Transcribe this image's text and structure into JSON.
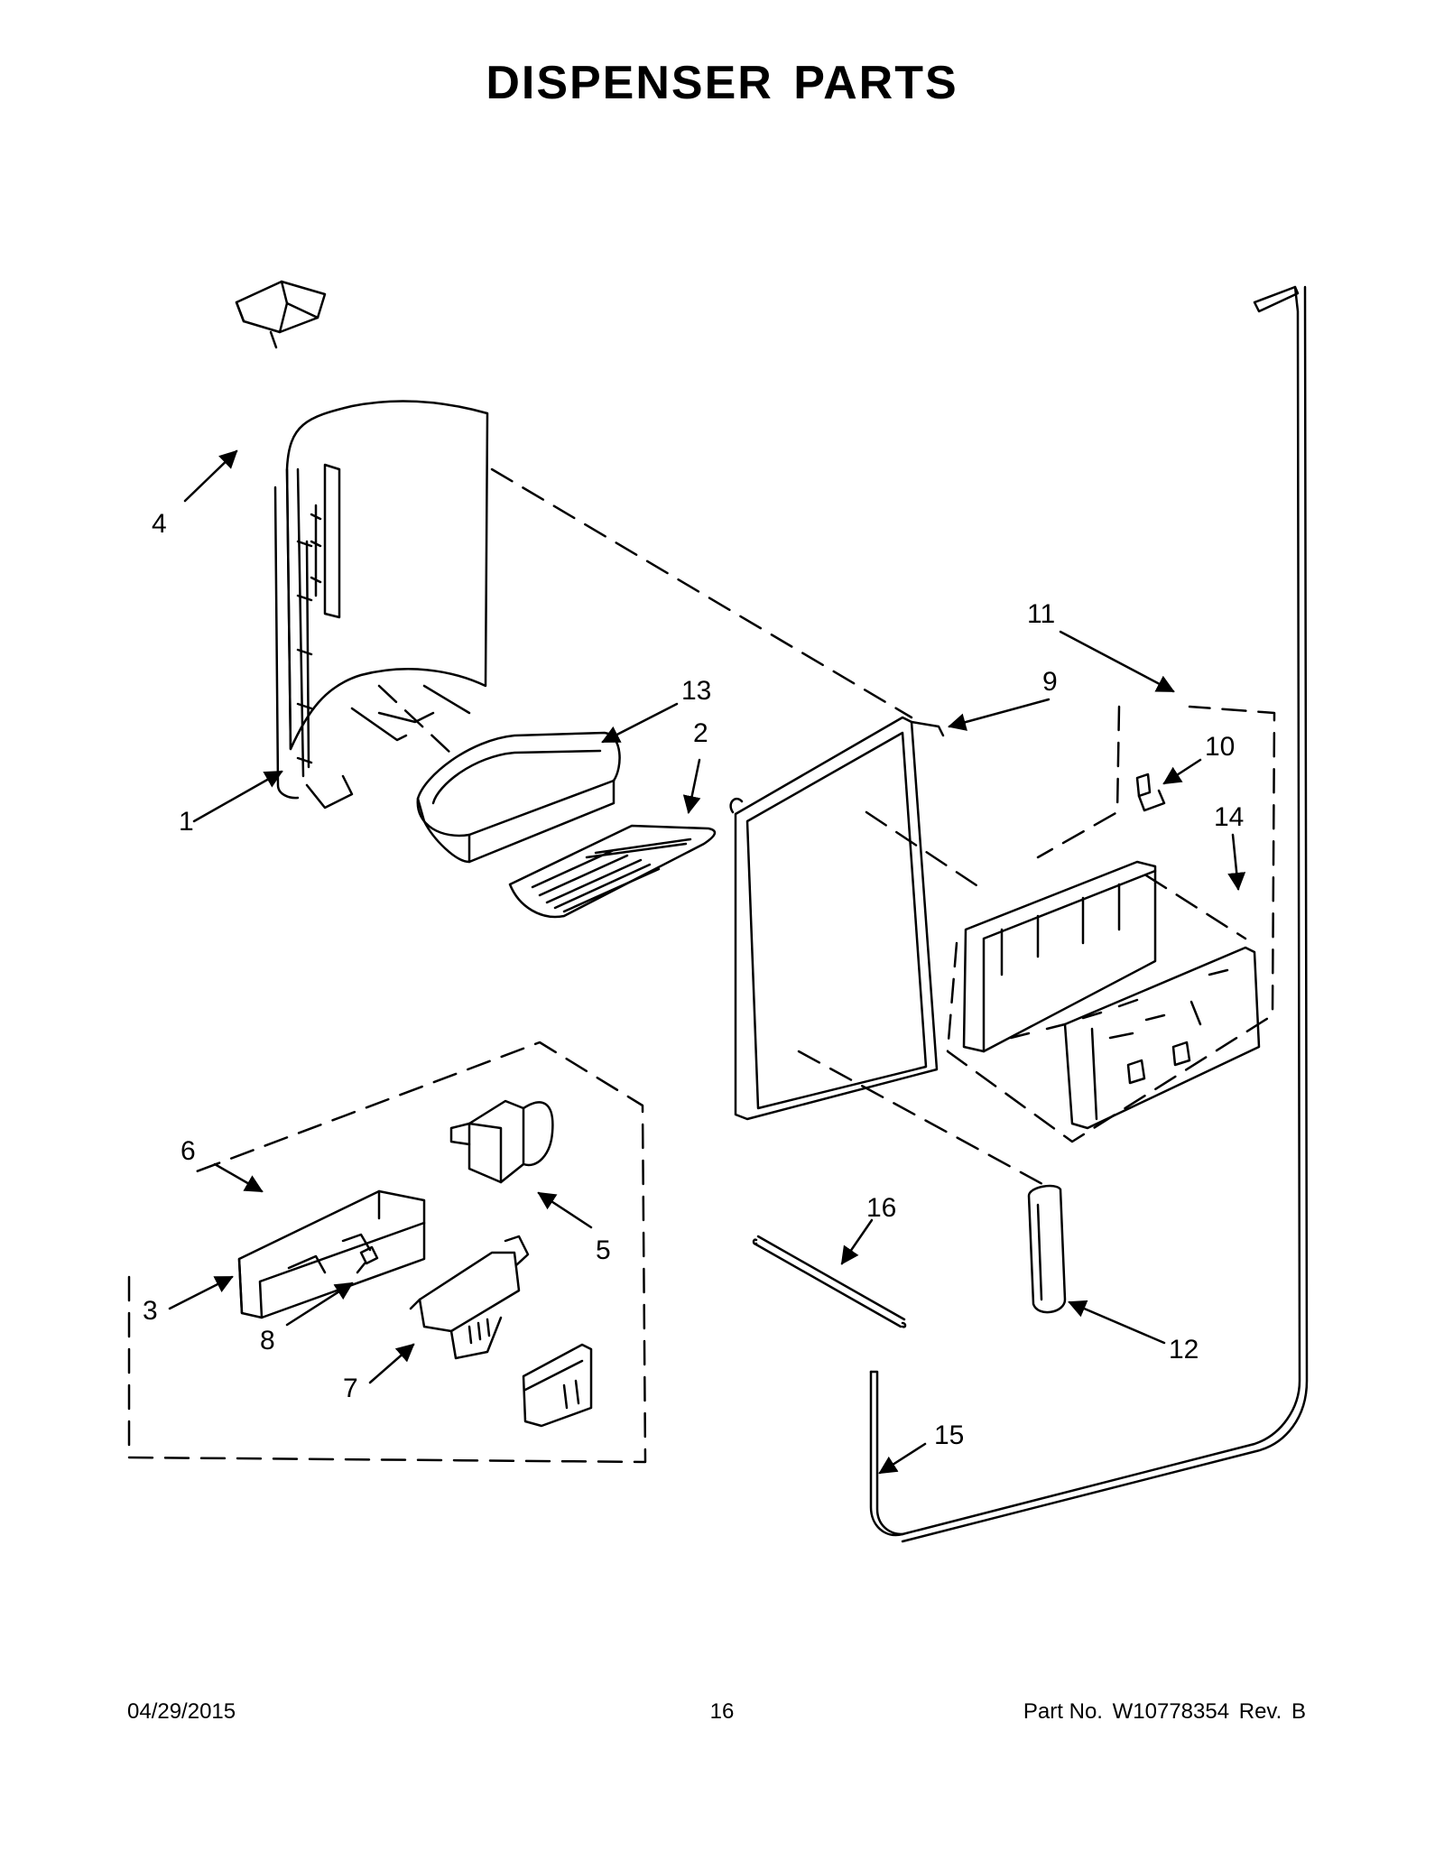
{
  "title": "DISPENSER PARTS",
  "callouts": [
    "1",
    "2",
    "3",
    "4",
    "5",
    "6",
    "7",
    "8",
    "9",
    "10",
    "11",
    "12",
    "13",
    "14",
    "15",
    "16"
  ],
  "footer": {
    "date": "04/29/2015",
    "page": "16",
    "part_label": "Part No.",
    "part_number": "W10778354",
    "rev_label": "Rev.",
    "rev": "B"
  }
}
